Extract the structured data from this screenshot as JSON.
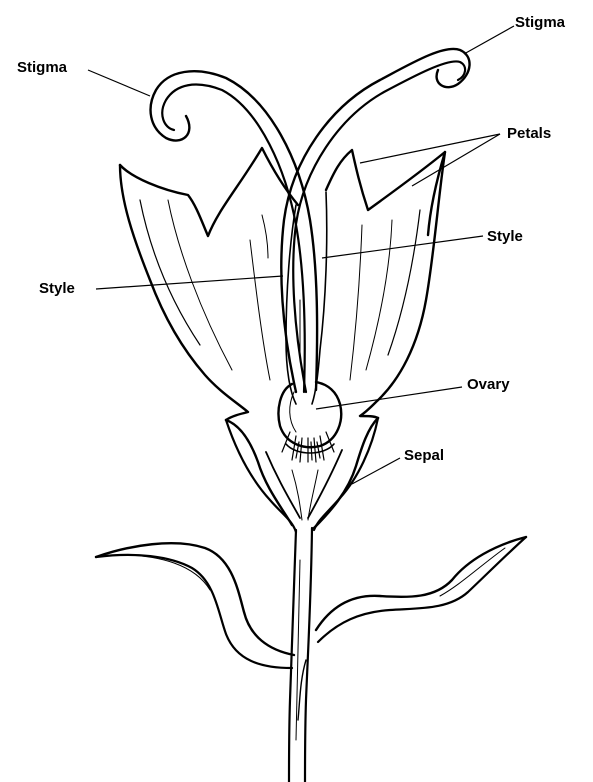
{
  "diagram": {
    "labels": {
      "stigma_right": "Stigma",
      "stigma_left": "Stigma",
      "petals": "Petals",
      "style_right": "Style",
      "style_left": "Style",
      "ovary": "Ovary",
      "sepal": "Sepal"
    },
    "colors": {
      "ink": "#000000",
      "background": "#ffffff"
    }
  }
}
